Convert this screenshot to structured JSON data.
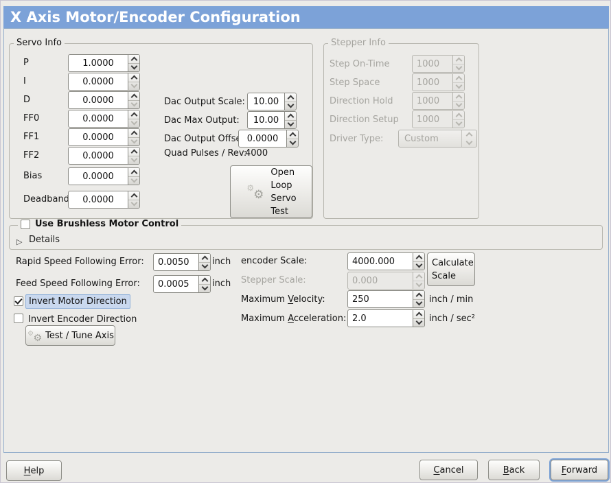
{
  "window": {
    "title": "X Axis Motor/Encoder Configuration"
  },
  "colors": {
    "header_bg": "#7CA2D8",
    "body_bg": "#ECEBE8",
    "focus_highlight": "#C9D8EE",
    "disabled_text": "#A5A49F",
    "focus_ring": "#7DA3D6"
  },
  "servo_info": {
    "legend": "Servo Info",
    "rows": [
      {
        "label": "P",
        "value": "1.0000"
      },
      {
        "label": "I",
        "value": "0.0000"
      },
      {
        "label": "D",
        "value": "0.0000"
      },
      {
        "label": "FF0",
        "value": "0.0000"
      },
      {
        "label": "FF1",
        "value": "0.0000"
      },
      {
        "label": "FF2",
        "value": "0.0000"
      },
      {
        "label": "Bias",
        "value": "0.0000"
      },
      {
        "label": "Deadband",
        "value": "0.0000"
      }
    ],
    "dac_output_scale": {
      "label": "Dac Output Scale:",
      "value": "10.00"
    },
    "dac_max_output": {
      "label": "Dac Max Output:",
      "value": "10.00"
    },
    "dac_output_offset": {
      "label": "Dac Output Offset:",
      "value": "0.0000"
    },
    "quad_pulses": {
      "label": "Quad Pulses / Rev:",
      "value": "4000"
    },
    "open_loop_button": {
      "line1": "Open",
      "line2": "Loop",
      "line3": "Servo",
      "line4": "Test"
    }
  },
  "stepper_info": {
    "legend": "Stepper Info",
    "rows": [
      {
        "label": "Step On-Time",
        "value": "1000"
      },
      {
        "label": "Step Space",
        "value": "1000"
      },
      {
        "label": "Direction Hold",
        "value": "1000"
      },
      {
        "label": "Direction Setup",
        "value": "1000"
      }
    ],
    "driver_type": {
      "label": "Driver Type:",
      "value": "Custom"
    }
  },
  "brushless": {
    "legend": "Use Brushless Motor Control",
    "checked": false,
    "details_label": "Details"
  },
  "following_error": {
    "rapid": {
      "label": "Rapid Speed Following Error:",
      "value": "0.0050",
      "unit": "inch"
    },
    "feed": {
      "label": "Feed Speed Following Error:",
      "value": "0.0005",
      "unit": "inch"
    }
  },
  "options": {
    "invert_motor": {
      "label": "Invert Motor Direction",
      "checked": true
    },
    "invert_encoder": {
      "label": "Invert Encoder Direction",
      "checked": false
    },
    "test_tune_button": "Test / Tune Axis"
  },
  "scales": {
    "encoder_scale": {
      "label": "encoder Scale:",
      "value": "4000.000"
    },
    "calculate_button": {
      "line1": "Calculate",
      "line2": "Scale"
    },
    "stepper_scale": {
      "label": "Stepper Scale:",
      "value": "0.000"
    },
    "max_velocity": {
      "label_pre": "Maximum ",
      "label_mn": "V",
      "label_post": "elocity:",
      "value": "250",
      "unit": "inch / min"
    },
    "max_accel": {
      "label_pre": "Maximum ",
      "label_mn": "A",
      "label_post": "cceleration:",
      "value": "2.0",
      "unit": "inch / sec²"
    }
  },
  "footer": {
    "help": {
      "mn": "H",
      "rest": "elp"
    },
    "cancel": {
      "mn": "C",
      "rest": "ancel"
    },
    "back": {
      "mn": "B",
      "rest": "ack"
    },
    "forward": {
      "mn": "F",
      "rest": "orward"
    }
  }
}
